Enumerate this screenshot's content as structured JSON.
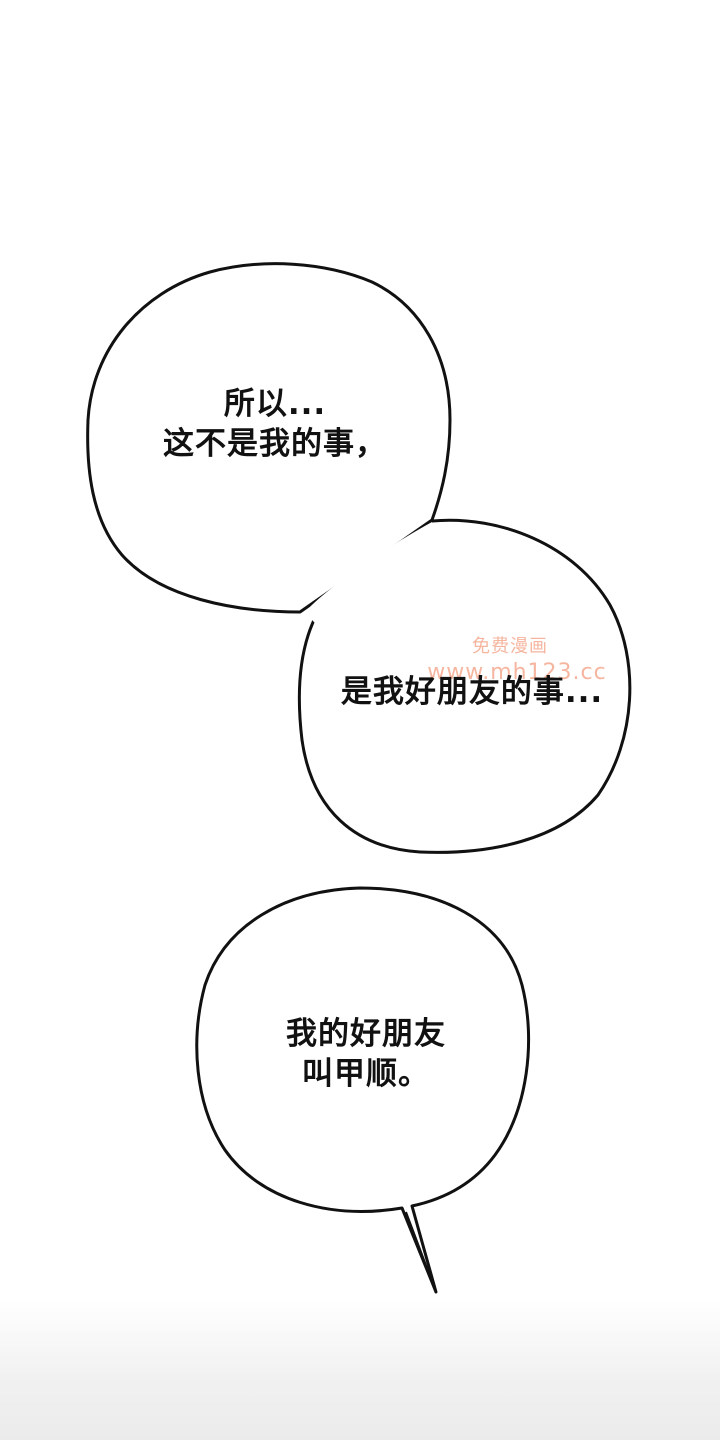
{
  "bubbles": {
    "bubble_1": {
      "line_1": "所以...",
      "line_2": "这不是我的事，"
    },
    "bubble_2": {
      "line_1": "是我好朋友的事..."
    },
    "bubble_3": {
      "line_1": "我的好朋友",
      "line_2": "叫甲顺。"
    }
  },
  "watermark": {
    "line_1": "免费漫画",
    "line_2": "www.mh123.cc"
  },
  "colors": {
    "background": "#ffffff",
    "ink": "#111111",
    "watermark": "#ee7850"
  }
}
